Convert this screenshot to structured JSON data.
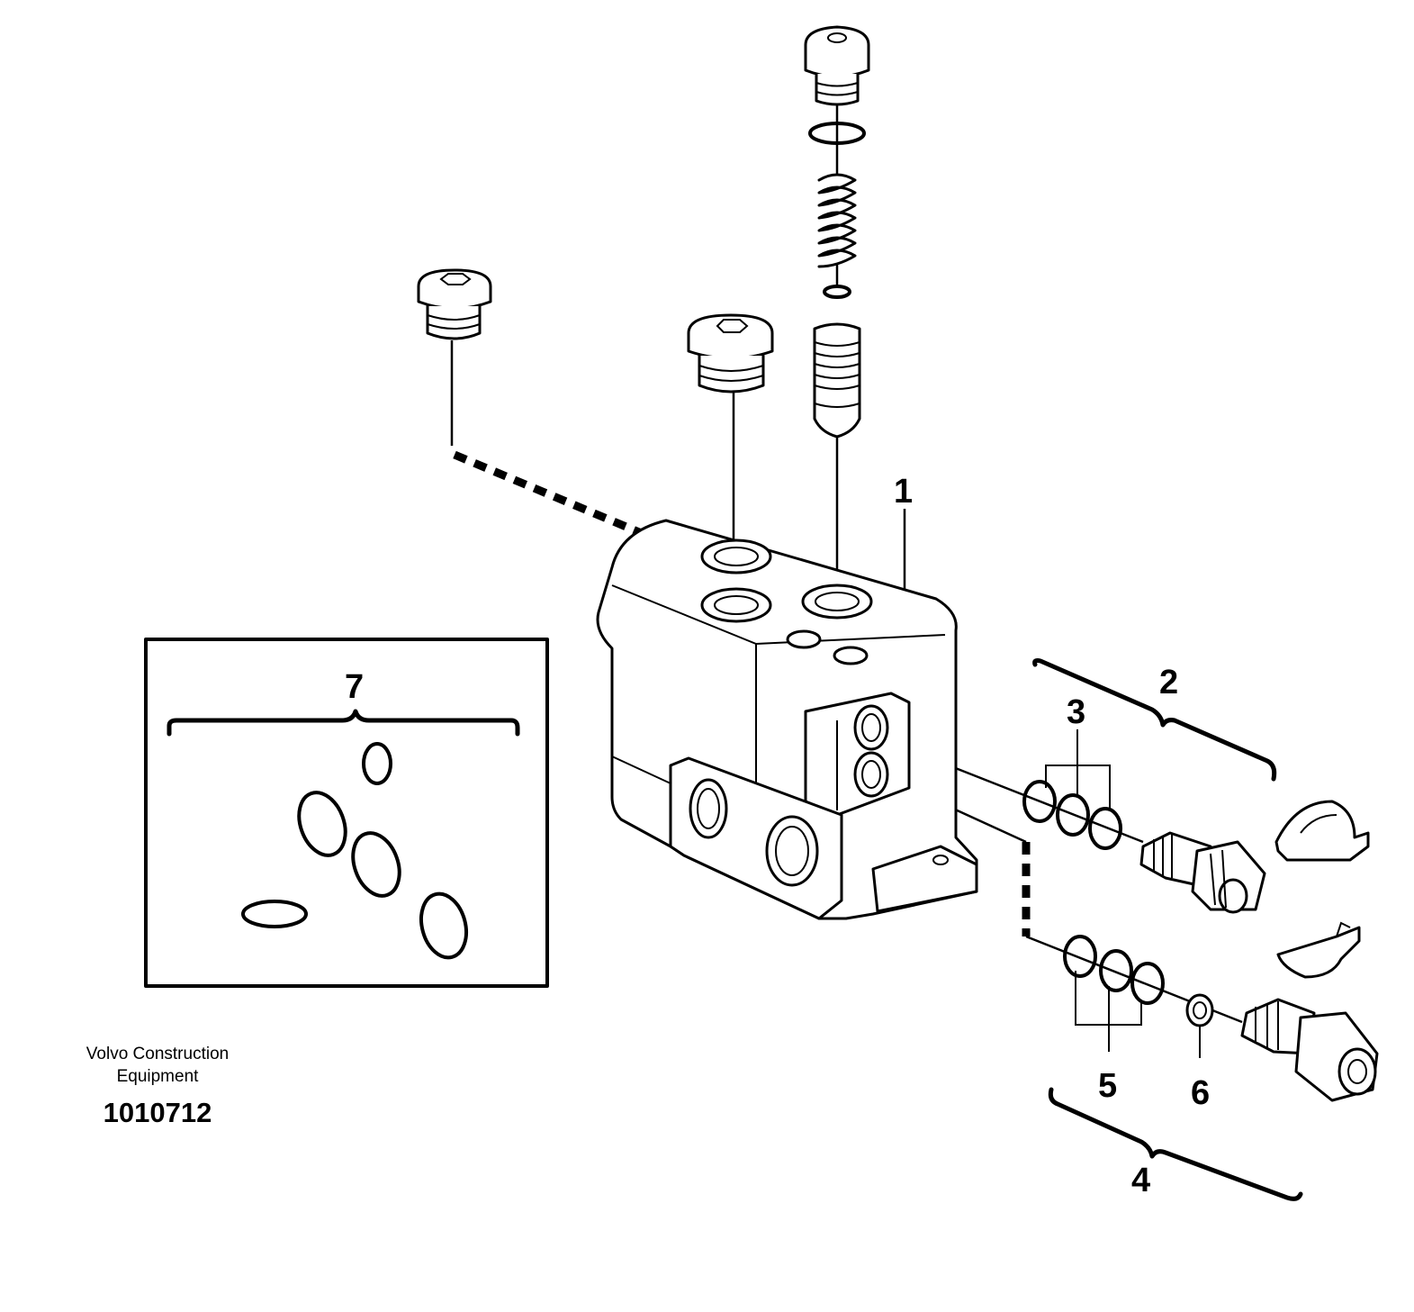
{
  "callouts": {
    "c1": "1",
    "c2": "2",
    "c3": "3",
    "c4": "4",
    "c5": "5",
    "c6": "6",
    "c7": "7"
  },
  "caption": {
    "company_line1": "Volvo Construction",
    "company_line2": "Equipment",
    "document_number": "1010712"
  }
}
